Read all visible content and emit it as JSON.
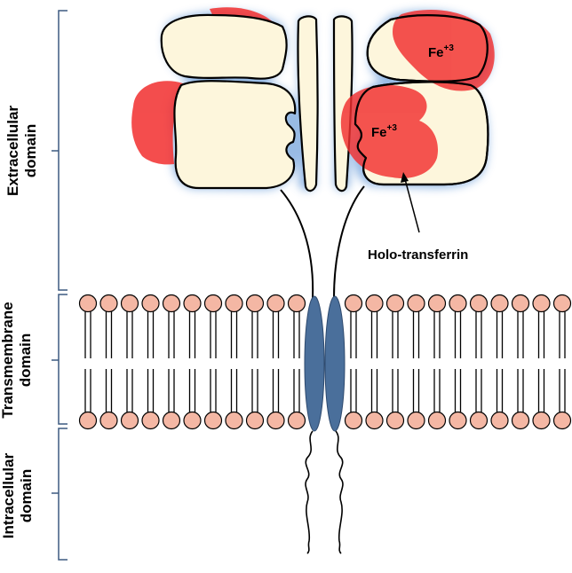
{
  "domains": {
    "extracellular": {
      "line1": "Extracellular",
      "line2": "domain"
    },
    "transmembrane": {
      "line1": "Transmembrane",
      "line2": "domain"
    },
    "intracellular": {
      "line1": "Intracellular",
      "line2": "domain"
    }
  },
  "iron_labels": {
    "top": {
      "base": "Fe",
      "sup": "+3"
    },
    "mid": {
      "base": "Fe",
      "sup": "+3"
    }
  },
  "callout": "Holo-transferrin",
  "colors": {
    "lobe_fill": "#fdf6dc",
    "iron_red": "#f22e2e",
    "glow_blue": "#8db4e2",
    "lipid_head": "#f4b7a4",
    "protein_blue": "#4a6f9b",
    "bracket": "#3d5a80"
  }
}
